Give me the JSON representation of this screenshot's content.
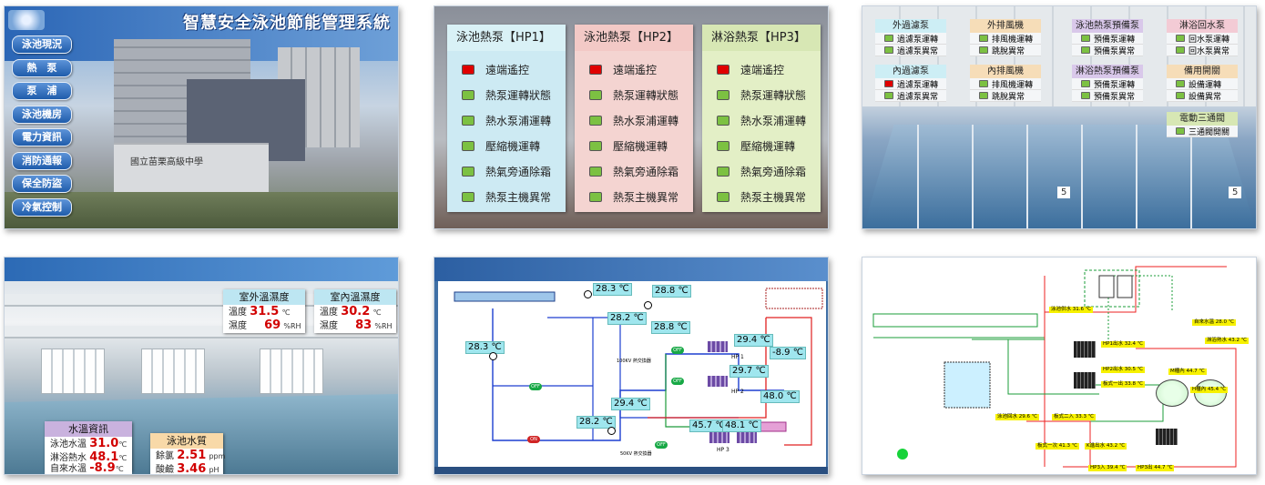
{
  "panel1": {
    "title": "智慧安全泳池節能管理系統",
    "campus_sign": "國立苗栗高級中學",
    "menu": [
      "泳池現況",
      "熱　泵",
      "泵　浦",
      "泳池機房",
      "電力資訊",
      "消防通報",
      "保全防盜",
      "冷氣控制"
    ]
  },
  "panel2": {
    "columns": [
      {
        "title": "泳池熱泵【HP1】",
        "header_color": "#d9f1f6",
        "body_color": "#cdeaf3",
        "items": [
          {
            "label": "遠端遙控",
            "status": "red"
          },
          {
            "label": "熱泵運轉狀態",
            "status": "green"
          },
          {
            "label": "熱水泵浦運轉",
            "status": "green"
          },
          {
            "label": "壓縮機運轉",
            "status": "green"
          },
          {
            "label": "熱氣旁通除霜",
            "status": "green"
          },
          {
            "label": "熱泵主機異常",
            "status": "green"
          }
        ]
      },
      {
        "title": "泳池熱泵【HP2】",
        "header_color": "#f3c9c6",
        "body_color": "#f4d4d1",
        "items": [
          {
            "label": "遠端遙控",
            "status": "red"
          },
          {
            "label": "熱泵運轉狀態",
            "status": "green"
          },
          {
            "label": "熱水泵浦運轉",
            "status": "green"
          },
          {
            "label": "壓縮機運轉",
            "status": "green"
          },
          {
            "label": "熱氣旁通除霜",
            "status": "green"
          },
          {
            "label": "熱泵主機異常",
            "status": "green"
          }
        ]
      },
      {
        "title": "淋浴熱泵【HP3】",
        "header_color": "#d7e7b4",
        "body_color": "#e3efc6",
        "items": [
          {
            "label": "遠端遙控",
            "status": "red"
          },
          {
            "label": "熱泵運轉狀態",
            "status": "green"
          },
          {
            "label": "熱水泵浦運轉",
            "status": "green"
          },
          {
            "label": "壓縮機運轉",
            "status": "green"
          },
          {
            "label": "熱氣旁通除霜",
            "status": "green"
          },
          {
            "label": "熱泵主機異常",
            "status": "green"
          }
        ]
      }
    ]
  },
  "panel3": {
    "groups": [
      {
        "title": "外過濾泵",
        "color": "#cdeef5",
        "items": [
          {
            "label": "過濾泵運轉",
            "status": "green"
          },
          {
            "label": "過濾泵異常",
            "status": "green"
          }
        ]
      },
      {
        "title": "外排風機",
        "color": "#f6ddb8",
        "items": [
          {
            "label": "排風機運轉",
            "status": "green"
          },
          {
            "label": "跳脫異常",
            "status": "green"
          }
        ]
      },
      {
        "title": "泳池熱泵預備泵",
        "color": "#d9c8ea",
        "items": [
          {
            "label": "預備泵運轉",
            "status": "green"
          },
          {
            "label": "預備泵異常",
            "status": "green"
          }
        ]
      },
      {
        "title": "淋浴回水泵",
        "color": "#f3cbd5",
        "items": [
          {
            "label": "回水泵運轉",
            "status": "green"
          },
          {
            "label": "回水泵異常",
            "status": "green"
          }
        ]
      },
      {
        "title": "內過濾泵",
        "color": "#cdeef5",
        "items": [
          {
            "label": "過濾泵運轉",
            "status": "red"
          },
          {
            "label": "過濾泵異常",
            "status": "green"
          }
        ]
      },
      {
        "title": "內排風機",
        "color": "#f6ddb8",
        "items": [
          {
            "label": "排風機運轉",
            "status": "green"
          },
          {
            "label": "跳脫異常",
            "status": "green"
          }
        ]
      },
      {
        "title": "淋浴熱泵預備泵",
        "color": "#d9c8ea",
        "items": [
          {
            "label": "預備泵運轉",
            "status": "green"
          },
          {
            "label": "預備泵異常",
            "status": "green"
          }
        ]
      },
      {
        "title": "備用開關",
        "color": "#f6ddb8",
        "items": [
          {
            "label": "設備運轉",
            "status": "green"
          },
          {
            "label": "設備異常",
            "status": "green"
          }
        ]
      },
      {
        "title": "電動三通閥",
        "color": "#d7e7b4",
        "items": [
          {
            "label": "三通閥開關",
            "status": "green"
          }
        ]
      }
    ],
    "lane_numbers": [
      "5",
      "5"
    ]
  },
  "panel4": {
    "outdoor": {
      "title": "室外溫濕度",
      "temp_label": "溫度",
      "temp": "31.5",
      "temp_unit": "℃",
      "hum_label": "濕度",
      "hum": "69",
      "hum_unit": "%RH"
    },
    "indoor": {
      "title": "室內溫濕度",
      "temp_label": "溫度",
      "temp": "30.2",
      "temp_unit": "℃",
      "hum_label": "濕度",
      "hum": "83",
      "hum_unit": "%RH"
    },
    "water_temp": {
      "title": "水溫資訊",
      "rows": [
        {
          "label": "泳池水溫",
          "value": "31.0",
          "unit": "℃"
        },
        {
          "label": "淋浴熱水",
          "value": "48.1",
          "unit": "℃"
        },
        {
          "label": "自來水溫",
          "value": "-8.9",
          "unit": "℃"
        }
      ]
    },
    "water_quality": {
      "title": "泳池水質",
      "rows": [
        {
          "label": "餘氯",
          "value": "2.51",
          "unit": "ppm"
        },
        {
          "label": "酸鹼",
          "value": "3.46",
          "unit": "pH"
        }
      ]
    }
  },
  "panel5": {
    "labels": [
      "28.3 ℃",
      "28.8 ℃",
      "28.2 ℃",
      "28.8 ℃",
      "28.3 ℃",
      "29.4 ℃",
      "29.7 ℃",
      "-8.9 ℃",
      "29.4 ℃",
      "48.0 ℃",
      "28.2 ℃",
      "45.7 ℃",
      "48.1 ℃"
    ],
    "captions": [
      "100KV 熱交換器",
      "50KV 熱交換器",
      "HP 1",
      "HP 2",
      "HP 3",
      "OFF",
      "ON"
    ]
  },
  "panel6": {
    "tags": [
      "泳池供水 31.6 ℃",
      "自來水溫 28.0 ℃",
      "淋浴熱水 43.2 ℃",
      "HP1出水 32.4 ℃",
      "HP2出水 30.5 ℃",
      "M櫃內 44.7 ℃",
      "H櫃內 45.4 ℃",
      "板式一出 33.8 ℃",
      "泳池回水 29.6 ℃",
      "板式二入 33.3 ℃",
      "板式一次 41.3 ℃",
      "K進出水 43.2 ℃",
      "HP3入 39.4 ℃",
      "HP3出 44.7 ℃"
    ]
  }
}
